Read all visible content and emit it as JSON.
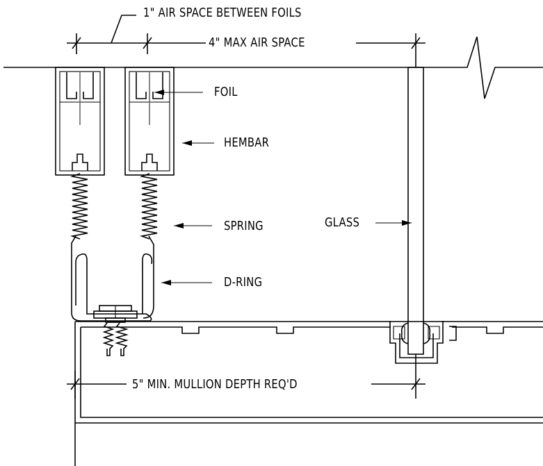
{
  "labels": {
    "air_space_between_foils": "1\" AIR SPACE BETWEEN FOILS",
    "max_air_space": "4\" MAX AIR SPACE",
    "foil": "FOIL",
    "hembar": "HEMBAR",
    "spring": "SPRING",
    "d_ring": "D-RING",
    "glass": "GLASS",
    "mullion_depth": "5\" MIN. MULLION DEPTH REQ'D"
  }
}
